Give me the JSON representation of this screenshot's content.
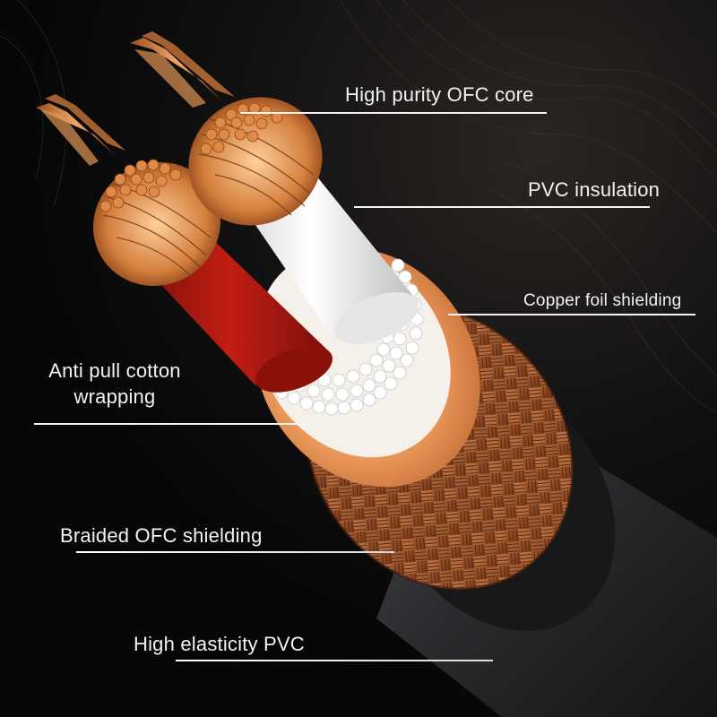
{
  "colors": {
    "background": "#0b0b0c",
    "copper": "#c8743a",
    "red_insulation": "#b01a12",
    "white_insulation": "#f1f1f1",
    "foil": "#f0a868",
    "braid": "#8a4a24",
    "jacket": "#2a2a2c",
    "label_text": "#f2f2f2"
  },
  "labels": {
    "core": "High purity OFC core",
    "insulation": "PVC insulation",
    "foil": "Copper foil shielding",
    "wrap": "Anti pull cotton wrapping",
    "braid": "Braided OFC shielding",
    "jacket": "High elasticity PVC"
  }
}
